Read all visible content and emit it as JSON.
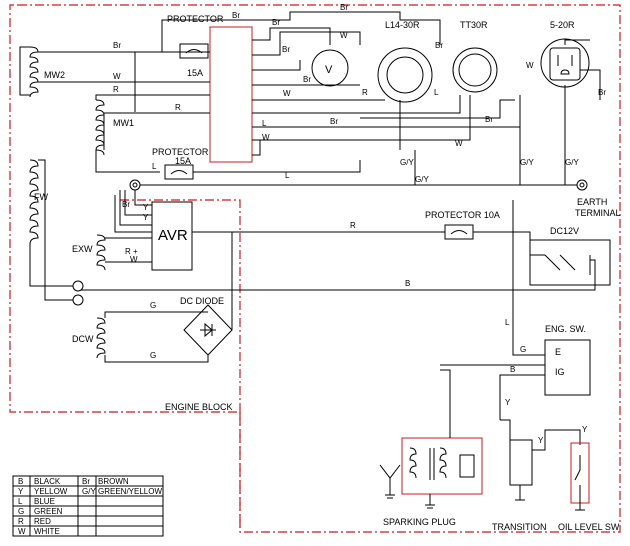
{
  "components": {
    "protector_top": "PROTECTOR",
    "fuse_top": "15A",
    "protector_mid": "PROTECTOR",
    "fuse_mid": "15A",
    "protector_dc": "PROTECTOR 10A",
    "l1430r": "L14-30R",
    "tt30r": "TT30R",
    "r520": "5-20R",
    "mw2": "MW2",
    "mw1": "MW1",
    "fw": "FW",
    "exw": "EXW",
    "dcw": "DCW",
    "avr": "AVR",
    "dc_diode": "DC DIODE",
    "dc12v": "DC12V",
    "earth1": "EARTH",
    "earth2": "TERMINAL",
    "eng_sw": "ENG. SW.",
    "e": "E",
    "ig": "IG",
    "engine_block": "ENGINE BLOCK",
    "sparking_plug": "SPARKING PLUG",
    "transition": "TRANSITION",
    "oil_level": "OIL LEVEL SW",
    "voltmeter": "V"
  },
  "wire_labels": {
    "br": "Br",
    "w": "W",
    "r": "R",
    "l": "L",
    "gy": "G/Y",
    "y": "Y",
    "b": "B",
    "g": "G",
    "rplus": "R +"
  },
  "legend": [
    {
      "code": "B",
      "name": "BLACK",
      "code2": "Br",
      "name2": "BROWN"
    },
    {
      "code": "Y",
      "name": "YELLOW",
      "code2": "G/Y",
      "name2": "GREEN/YELLOW"
    },
    {
      "code": "L",
      "name": "BLUE",
      "code2": "",
      "name2": ""
    },
    {
      "code": "G",
      "name": "GREEN",
      "code2": "",
      "name2": ""
    },
    {
      "code": "R",
      "name": "RED",
      "code2": "",
      "name2": ""
    },
    {
      "code": "W",
      "name": "WHITE",
      "code2": "",
      "name2": ""
    }
  ]
}
